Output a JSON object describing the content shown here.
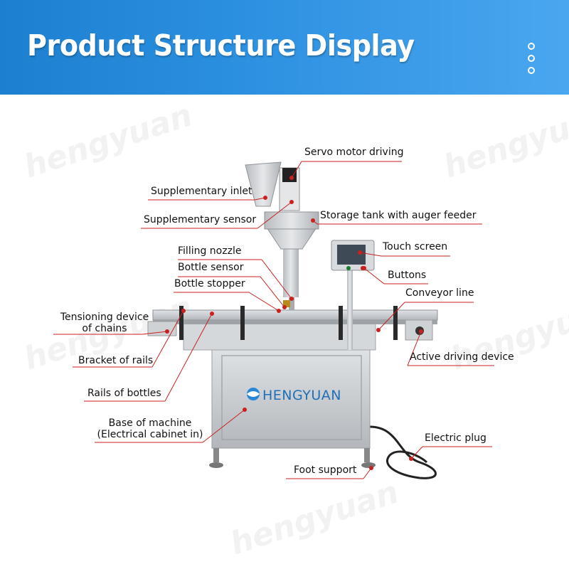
{
  "header": {
    "title": "Product Structure Display"
  },
  "brand": {
    "name": "HENGYUAN",
    "watermark": "hengyuan"
  },
  "colors": {
    "header": "#2b8fe0",
    "leader": "#cc1f1f",
    "machine": "#c9cdd1"
  },
  "labels": {
    "servo_motor": "Servo motor driving",
    "supplementary_inlet": "Supplementary inlet",
    "supplementary_sensor": "Supplementary sensor",
    "storage_tank": "Storage tank with auger feeder",
    "filling_nozzle": "Filling nozzle",
    "bottle_sensor": "Bottle sensor",
    "bottle_stopper": "Bottle stopper",
    "touch_screen": "Touch screen",
    "buttons": "Buttons",
    "conveyor_line": "Conveyor line",
    "tensioning_line1": "Tensioning device",
    "tensioning_line2": "of chains",
    "bracket_rails": "Bracket of rails",
    "active_driving": "Active driving device",
    "rails_bottles": "Rails of bottles",
    "base_line1": "Base of machine",
    "base_line2": "(Electrical cabinet in)",
    "electric_plug": "Electric plug",
    "foot_support": "Foot support"
  }
}
